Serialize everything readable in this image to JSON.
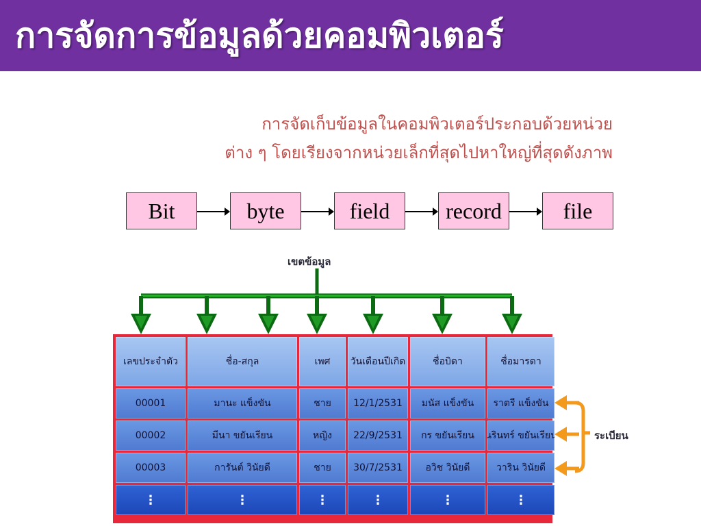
{
  "title": "การจัดการข้อมูลด้วยคอมพิวเตอร์",
  "intro": {
    "line1": "การจัดเก็บข้อมูลในคอมพิวเตอร์ประกอบด้วยหน่วย",
    "line2": "ต่าง ๆ โดยเรียงจากหน่วยเล็กที่สุดไปหาใหญ่ที่สุดดังภาพ"
  },
  "hierarchy": [
    "Bit",
    "byte",
    "field",
    "record",
    "file"
  ],
  "figure": {
    "field_label": "เขตข้อมูล",
    "record_label": "ระเบียน",
    "headers": [
      "เลขประจำตัว",
      "ชื่อ-สกุล",
      "เพศ",
      "วันเดือนปีเกิด",
      "ชื่อบิดา",
      "ชื่อมารดา"
    ],
    "rows": [
      [
        "00001",
        "มานะ   แข็งขัน",
        "ชาย",
        "12/1/2531",
        "มนัส  แข็งขัน",
        "ราตรี  แข็งขัน"
      ],
      [
        "00002",
        "มีนา  ขยันเรียน",
        "หญิง",
        "22/9/2531",
        "กร  ขยันเรียน",
        "นรินทร์  ขยันเรียน"
      ],
      [
        "00003",
        "การันต์  วินัยดี",
        "ชาย",
        "30/7/2531",
        "อวิช  วินัยดี",
        "วาริน  วินัยดี"
      ]
    ],
    "continuation": [
      "⋮",
      "⋮",
      "⋮",
      "⋮",
      "⋮",
      "⋮"
    ]
  },
  "colors": {
    "banner": "#7030a0",
    "intro_text": "#c0504d",
    "chain_box": "#ffc7e3",
    "field_arrow": "#16a51b",
    "record_arrow": "#f39a1d",
    "table_border": "#e8273a"
  }
}
